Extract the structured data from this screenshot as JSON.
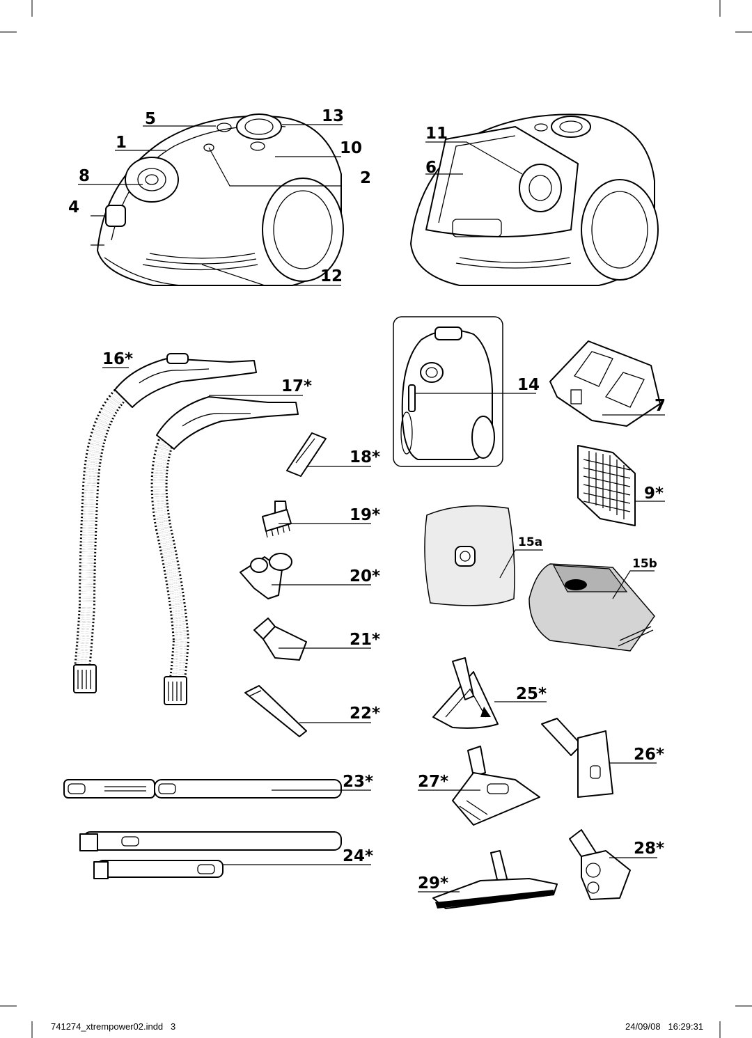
{
  "labels": {
    "l1": "1",
    "l2": "2",
    "l4": "4",
    "l5": "5",
    "l6": "6",
    "l7": "7",
    "l8": "8",
    "l9": "9*",
    "l10": "10",
    "l11": "11",
    "l12": "12",
    "l13": "13",
    "l14": "14",
    "l15a": "15a",
    "l15b": "15b",
    "l16": "16*",
    "l17": "17*",
    "l18": "18*",
    "l19": "19*",
    "l20": "20*",
    "l21": "21*",
    "l22": "22*",
    "l23": "23*",
    "l24": "24*",
    "l25": "25*",
    "l26": "26*",
    "l27": "27*",
    "l28": "28*",
    "l29": "29*"
  },
  "footer": {
    "file": "741274_xtrempower02.indd   3",
    "datetime": "24/09/08   16:29:31"
  }
}
